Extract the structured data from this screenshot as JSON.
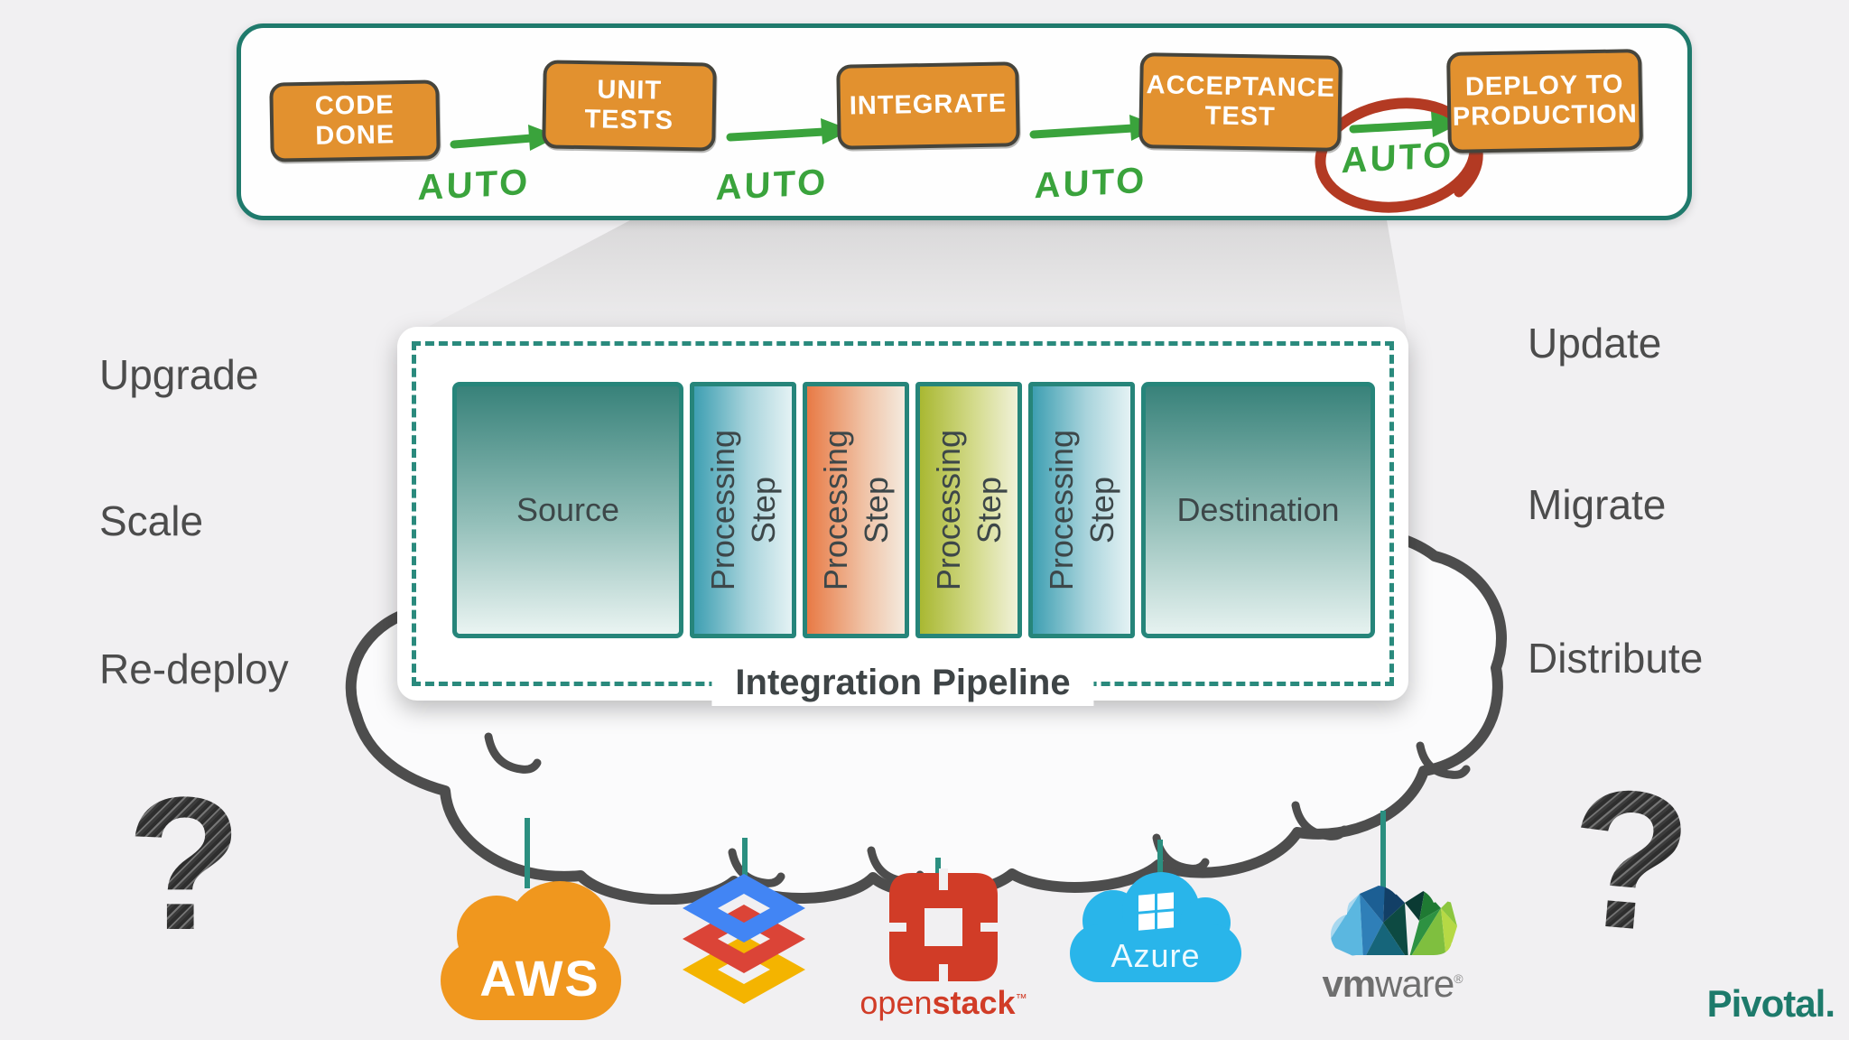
{
  "slide": {
    "background_color": "#f1f0f2",
    "accent_teal": "#1f7a6c"
  },
  "cicd_flow": {
    "steps": [
      {
        "label": "CODE DONE"
      },
      {
        "label": "UNIT TESTS"
      },
      {
        "label": "INTEGRATE"
      },
      {
        "label": "ACCEPTANCE TEST"
      },
      {
        "label": "DEPLOY TO PRODUCTION"
      }
    ],
    "auto_labels": [
      "AUTO",
      "AUTO",
      "AUTO",
      "AUTO"
    ],
    "box_color": "#e2912f",
    "arrow_color": "#3aa33c",
    "highlight_circle_color": "#b33a23",
    "highlighted_auto_index": 3
  },
  "integration_pipeline": {
    "title": "Integration Pipeline",
    "source_label": "Source",
    "destination_label": "Destination",
    "step_label": "Processing\nStep",
    "step_colors": [
      "teal",
      "orange",
      "green",
      "teal"
    ],
    "border_color": "#26857a"
  },
  "side_labels": {
    "left": [
      "Upgrade",
      "Scale",
      "Re-deploy"
    ],
    "right": [
      "Update",
      "Migrate",
      "Distribute"
    ]
  },
  "question_marks": {
    "left": "?",
    "right": "?"
  },
  "cloud_providers": [
    {
      "name": "aws",
      "label": "AWS",
      "color": "#f0971e"
    },
    {
      "name": "google-cloud-stack",
      "colors": [
        "#4285f4",
        "#db4437",
        "#f4b400"
      ]
    },
    {
      "name": "openstack",
      "label_open": "open",
      "label_stack": "stack",
      "trademark": "™",
      "color": "#d13c27"
    },
    {
      "name": "azure",
      "label": "Azure",
      "color": "#29b5ea"
    },
    {
      "name": "vmware",
      "label_vm": "vm",
      "label_ware": "ware",
      "registered": "®"
    }
  ],
  "branding": {
    "logo_text": "Pivotal.",
    "color": "#1d7a6b"
  }
}
